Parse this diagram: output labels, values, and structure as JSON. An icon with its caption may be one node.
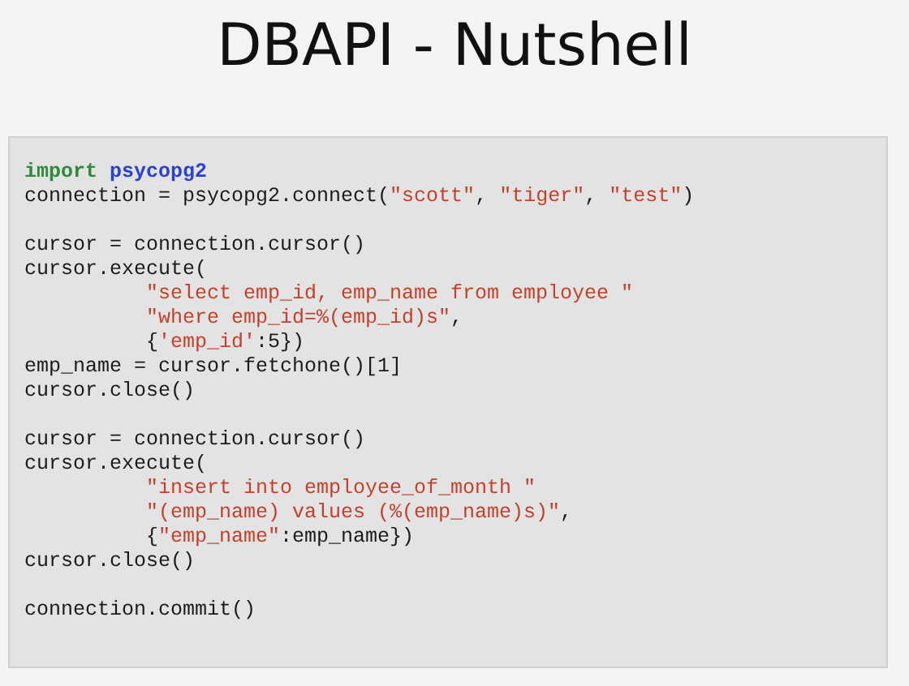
{
  "diagram": {
    "title": "DBAPI - Nutshell",
    "labels": [
      "import psycopg2",
      "connection = psycopg2.connect(\"scott\", \"tiger\", \"test\")",
      "cursor = connection.cursor()",
      "cursor.execute(",
      "\"select emp_id, emp_name from employee \"",
      "\"where emp_id=%(emp_id)s\",",
      "{'emp_id':5})",
      "emp_name = cursor.fetchone()[1]",
      "cursor.close()",
      "cursor = connection.cursor()",
      "cursor.execute(",
      "\"insert into employee_of_month \"",
      "\"(emp_name) values (%(emp_name)s)\",",
      "{\"emp_name\":emp_name})",
      "cursor.close()",
      "connection.commit()"
    ]
  }
}
